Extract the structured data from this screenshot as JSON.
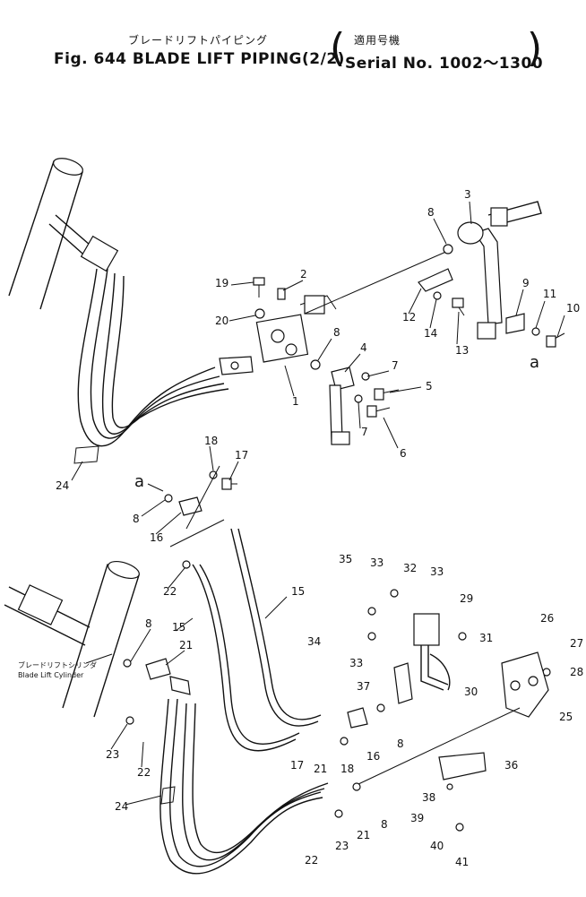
{
  "header": {
    "title_jp": "ブレードリフトパイピング",
    "title_en": "Fig. 644 BLADE LIFT PIPING(2/2)",
    "serial_jp": "適用号機",
    "serial_en": "Serial No. 1002～1300"
  },
  "callouts": {
    "c1": "1",
    "c2": "2",
    "c3": "3",
    "c4": "4",
    "c5": "5",
    "c6": "6",
    "c7a": "7",
    "c7b": "7",
    "c8a": "8",
    "c8b": "8",
    "c8c": "8",
    "c8d": "8",
    "c8e": "8",
    "c8f": "8",
    "c9": "9",
    "c10": "10",
    "c11": "11",
    "c12": "12",
    "c13": "13",
    "c14": "14",
    "c15a": "15",
    "c15b": "15",
    "c16a": "16",
    "c16b": "16",
    "c17a": "17",
    "c17b": "17",
    "c18a": "18",
    "c18b": "18",
    "c19": "19",
    "c20": "20",
    "c21a": "21",
    "c21b": "21",
    "c21c": "21",
    "c22a": "22",
    "c22b": "22",
    "c22c": "22",
    "c23a": "23",
    "c23b": "23",
    "c24a": "24",
    "c24b": "24",
    "c25": "25",
    "c26": "26",
    "c27": "27",
    "c28": "28",
    "c29": "29",
    "c30": "30",
    "c31": "31",
    "c32": "32",
    "c33a": "33",
    "c33b": "33",
    "c33c": "33",
    "c34": "34",
    "c35": "35",
    "c36": "36",
    "c37": "37",
    "c38": "38",
    "c39": "39",
    "c40": "40",
    "c41": "41"
  },
  "markers": {
    "a_right": "a",
    "a_left": "a"
  },
  "cylinder_label": {
    "jp": "ブレードリフトシリンダ",
    "en": "Blade Lift Cylinder"
  }
}
